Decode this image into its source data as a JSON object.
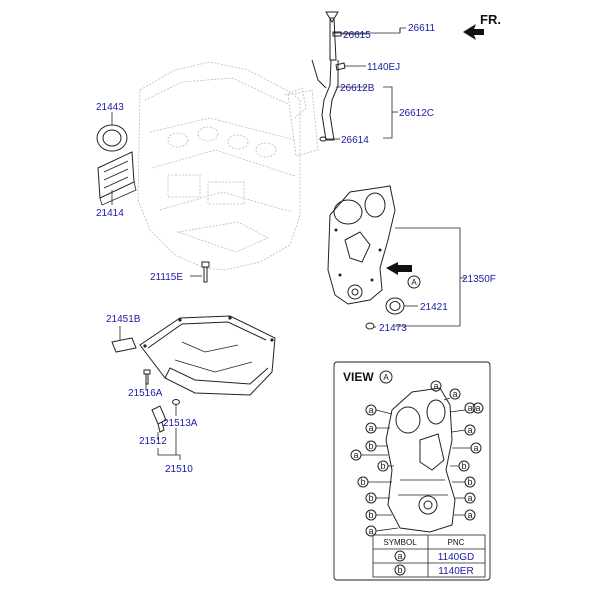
{
  "header": {
    "front_label": "FR."
  },
  "parts": {
    "p26611": "26611",
    "p26615": "26615",
    "p1140EJ": "1140EJ",
    "p26612B": "26612B",
    "p26612C": "26612C",
    "p26614": "26614",
    "p21443": "21443",
    "p21414": "21414",
    "p21115E": "21115E",
    "p21350F": "21350F",
    "p21421": "21421",
    "p21473": "21473",
    "p21451B": "21451B",
    "p21516A": "21516A",
    "p21513A": "21513A",
    "p21512": "21512",
    "p21510": "21510"
  },
  "callout": "A",
  "view": {
    "title": "VIEW",
    "ref": "A"
  },
  "legend": {
    "headers": [
      "SYMBOL",
      "PNC"
    ],
    "rows": [
      {
        "symbol": "a",
        "pnc": "1140GD"
      },
      {
        "symbol": "b",
        "pnc": "1140ER"
      }
    ]
  },
  "bolt_symbols": {
    "a": "a",
    "b": "b"
  },
  "colors": {
    "part_number": "#1a1aa6",
    "ink": "#222222",
    "ghost": "#b9b9b9"
  }
}
